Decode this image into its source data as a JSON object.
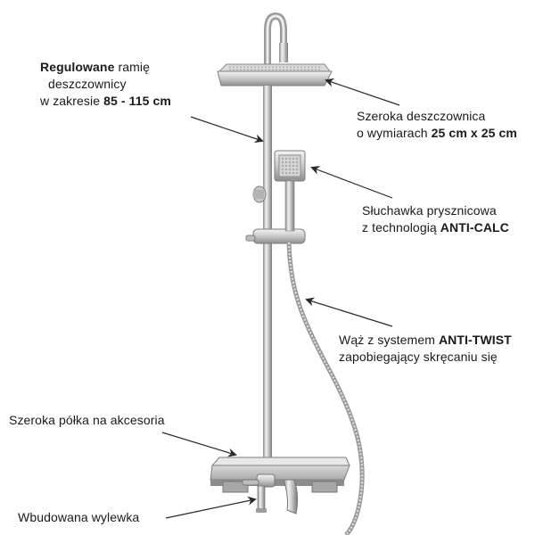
{
  "callouts": {
    "arm": {
      "bold1": "Regulowane",
      "text1": " ramię",
      "line2": "deszczownicy",
      "text3": "w zakresie ",
      "bold3": "85 - 115 cm"
    },
    "head": {
      "line1": "Szeroka deszczownica",
      "text2": "o wymiarach ",
      "bold2": "25 cm x 25 cm"
    },
    "handset": {
      "line1": "Słuchawka prysznicowa",
      "text2": "z technologią ",
      "bold2": "ANTI-CALC"
    },
    "hose": {
      "text1": "Wąż z systemem ",
      "bold1": "ANTI-TWIST",
      "line2": "zapobiegający skręcaniu się"
    },
    "shelf": {
      "line1": "Szeroka półka na akcesoria"
    },
    "spout": {
      "line1": "Wbudowana wylewka"
    }
  },
  "colors": {
    "chrome_light": "#e4e4e4",
    "chrome_mid": "#b8b8b8",
    "chrome_dark": "#7d7d7d",
    "arrow": "#2b2b2b",
    "text": "#1a1a1a"
  }
}
